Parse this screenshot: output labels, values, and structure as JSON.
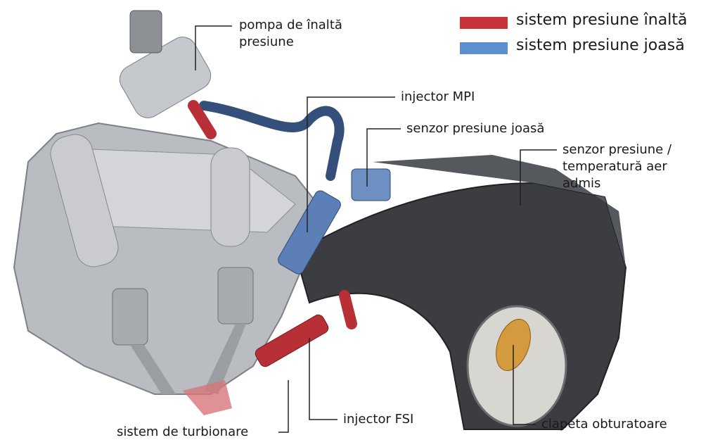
{
  "legend": {
    "high": {
      "label": "sistem presiune înaltă",
      "color": "#c8323a"
    },
    "low": {
      "label": "sistem presiune joasă",
      "color": "#5b8fd0"
    }
  },
  "labels": {
    "pump_line1": "pompa de înaltă",
    "pump_line2": "presiune",
    "mpi": "injector MPI",
    "low_sensor": "senzor presiune joasă",
    "map_line1": "senzor presiune /",
    "map_line2": "temperatură aer",
    "map_line3": "admis",
    "throttle": "clapeta obturatoare",
    "fsi": "injector FSI",
    "swirl": "sistem de turbionare"
  }
}
